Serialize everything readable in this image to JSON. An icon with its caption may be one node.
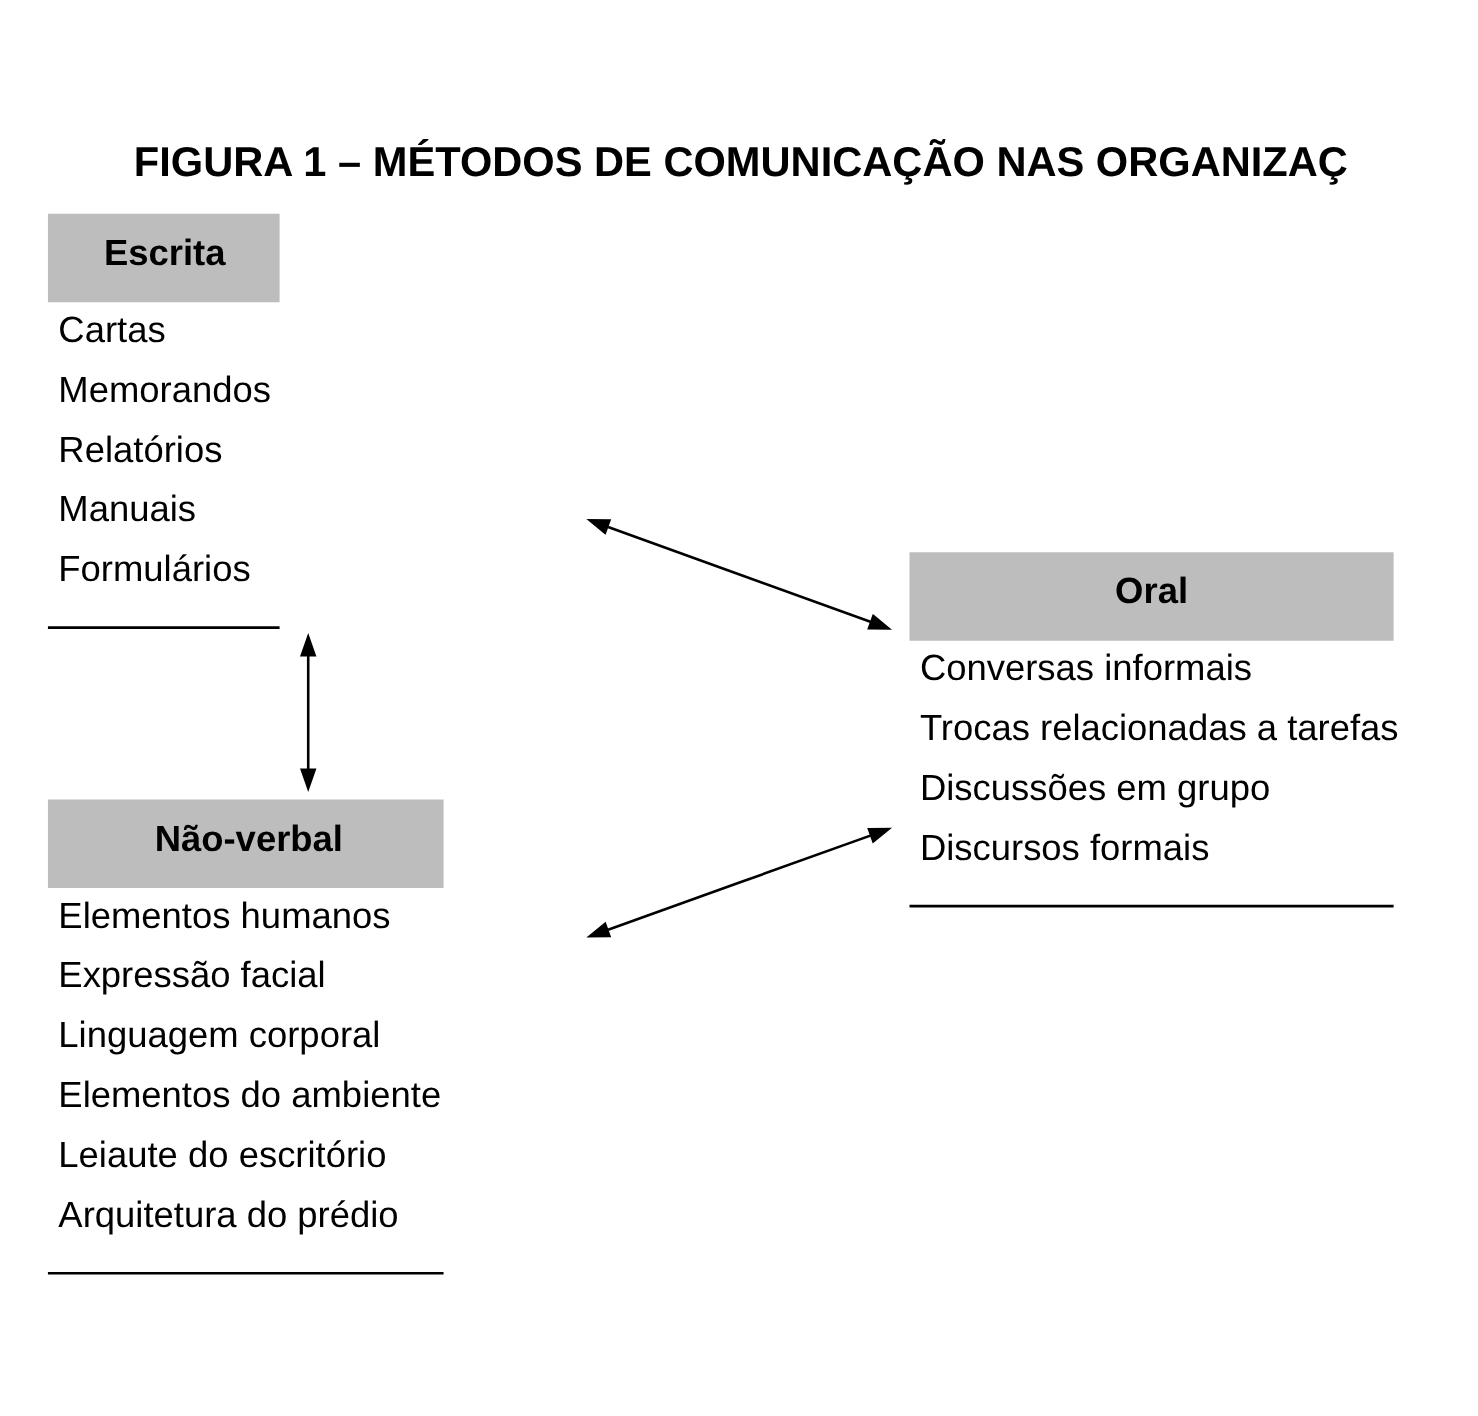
{
  "diagram": {
    "title": "FIGURA 1 – MÉTODOS DE COMUNICAÇÃO NAS ORGANIZAÇ",
    "nodes": [
      {
        "text": [
          "Escrita",
          "Cartas",
          "Memorandos",
          "Relatórios",
          "Manuais",
          "Formulários"
        ]
      },
      {
        "text": [
          "Oral",
          "Conversas informais",
          "Trocas relacionadas a tarefas",
          "Discussões em grupo",
          "Discursos formais"
        ]
      },
      {
        "text": [
          "Não-verbal",
          "Elementos humanos",
          "Expressão facial",
          "Linguagem corporal",
          "Elementos do ambiente",
          "Leiaute do escritório",
          "Arquitetura do prédio"
        ]
      }
    ],
    "edges": [
      {
        "from": 0,
        "to": 1,
        "arrow": "both"
      },
      {
        "from": 0,
        "to": 2,
        "arrow": "both"
      },
      {
        "from": 2,
        "to": 1,
        "arrow": "both"
      }
    ]
  }
}
